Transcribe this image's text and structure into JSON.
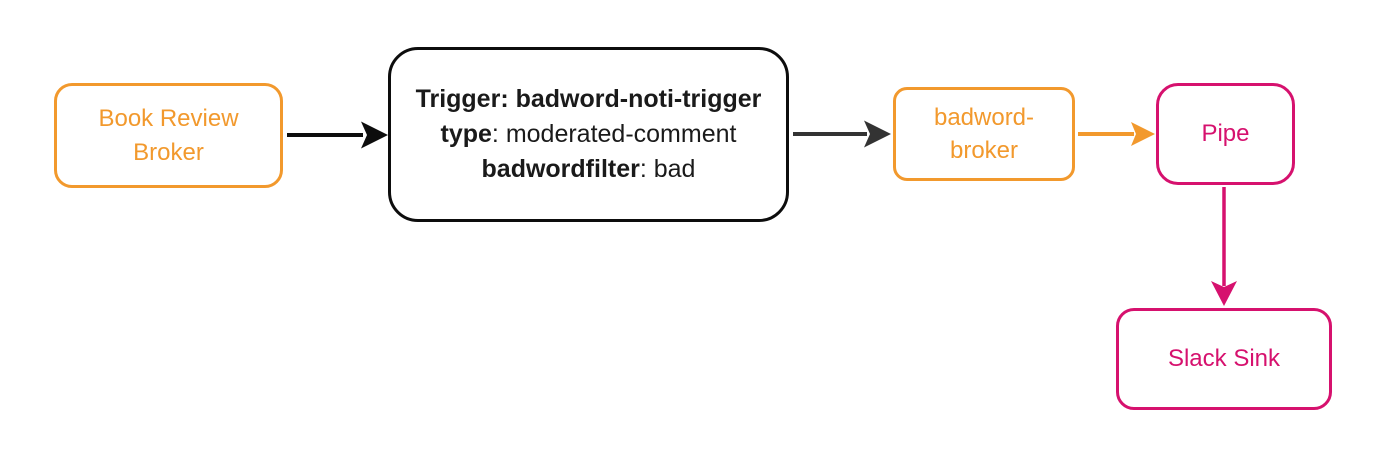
{
  "diagram": {
    "nodes": {
      "book_review_broker": {
        "label": "Book Review Broker"
      },
      "trigger": {
        "lines": [
          {
            "bold": "Trigger: badword-noti-trigger",
            "rest": ""
          },
          {
            "bold": "type",
            "rest": ": moderated-comment"
          },
          {
            "bold": "badwordfilter",
            "rest": ": bad"
          }
        ]
      },
      "badword_broker": {
        "label": "badword-broker"
      },
      "pipe": {
        "label": "Pipe"
      },
      "slack_sink": {
        "label": "Slack Sink"
      }
    },
    "edges": [
      {
        "from": "book_review_broker",
        "to": "trigger",
        "color": "black"
      },
      {
        "from": "trigger",
        "to": "badword_broker",
        "color": "dark-gray"
      },
      {
        "from": "badword_broker",
        "to": "pipe",
        "color": "orange"
      },
      {
        "from": "pipe",
        "to": "slack_sink",
        "color": "pink"
      }
    ],
    "colors": {
      "orange": "#F2992D",
      "pink": "#D6116E",
      "ink": "#0D0D0D",
      "arrow-dark": "#333333"
    }
  }
}
